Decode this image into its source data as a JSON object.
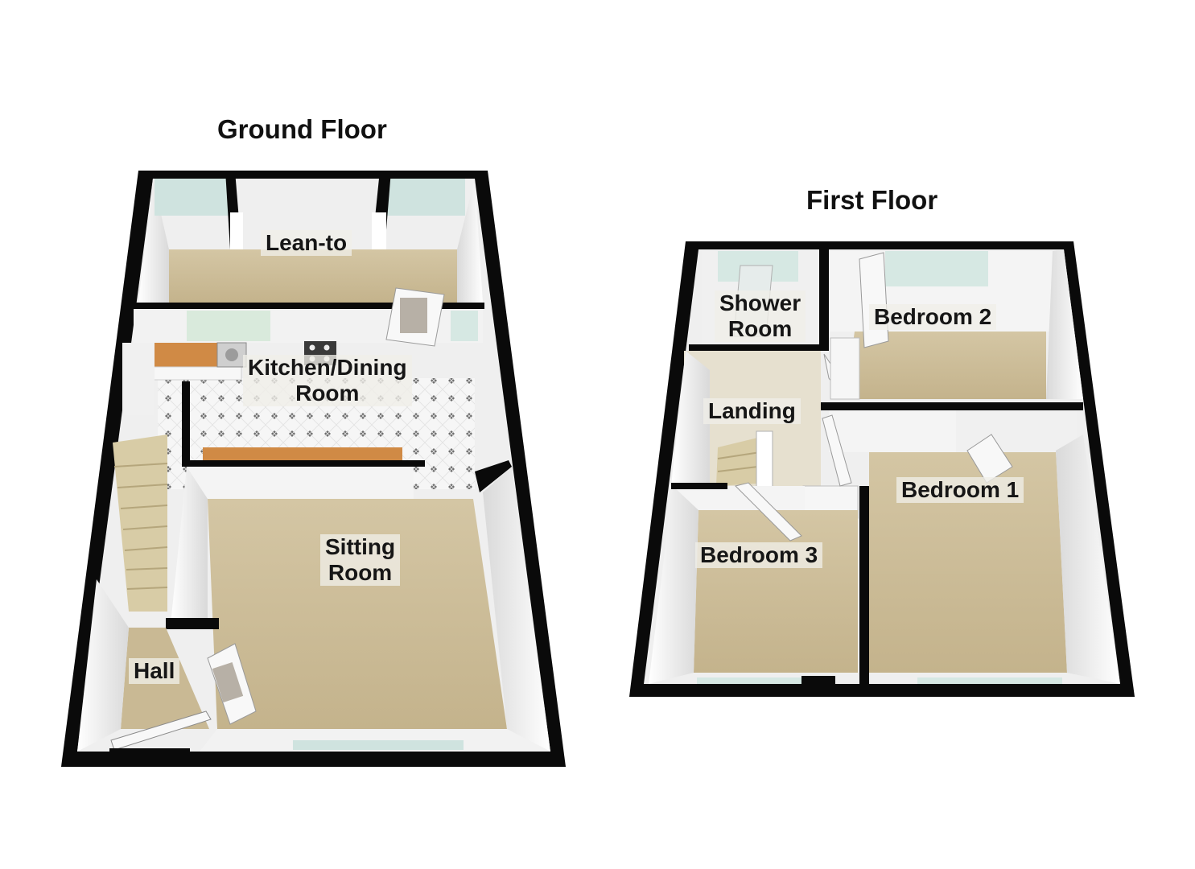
{
  "floors": {
    "ground": {
      "title": "Ground Floor",
      "rooms": {
        "lean_to": "Lean-to",
        "kitchen_line1": "Kitchen/Dining",
        "kitchen_line2": "Room",
        "sitting_line1": "Sitting",
        "sitting_line2": "Room",
        "hall": "Hall"
      }
    },
    "first": {
      "title": "First Floor",
      "rooms": {
        "shower_line1": "Shower",
        "shower_line2": "Room",
        "bedroom2": "Bedroom 2",
        "landing": "Landing",
        "bedroom1": "Bedroom 1",
        "bedroom3": "Bedroom 3"
      }
    }
  },
  "colors": {
    "wall": "#0a0a0a",
    "carpet": "#c9b994",
    "wall_face": "#f2f2f2",
    "tile": "#f4f4f4",
    "worktop": "#d08a45",
    "window_glass": "#cfe3df"
  }
}
